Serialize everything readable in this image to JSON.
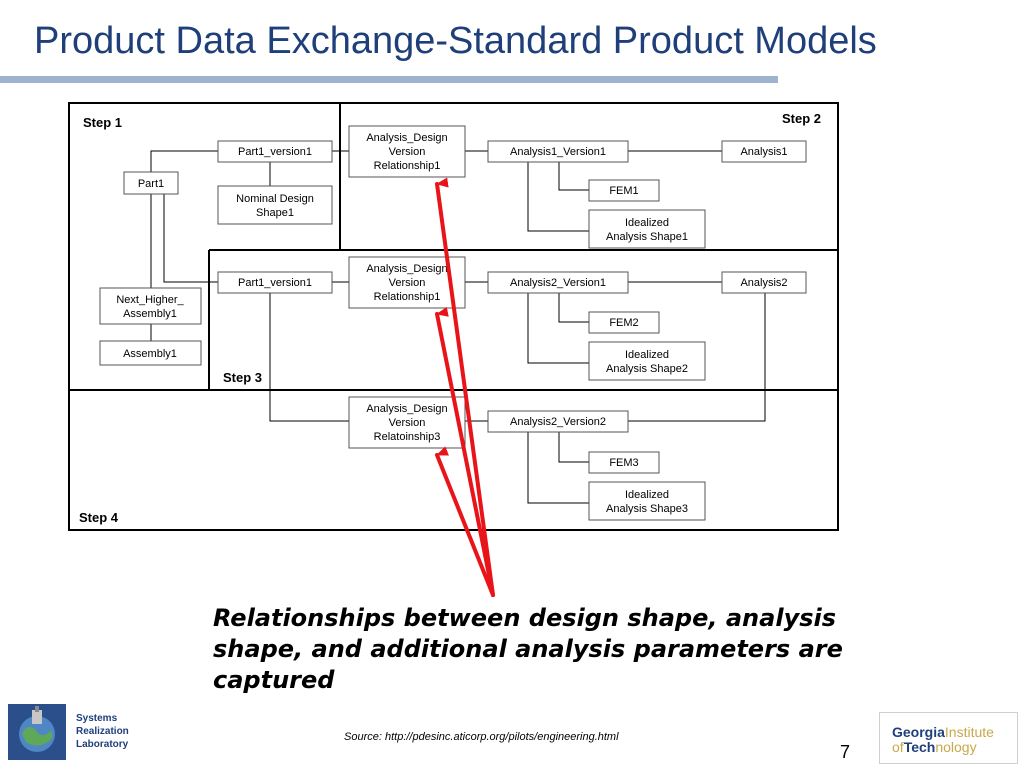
{
  "title": "Product Data Exchange-Standard Product Models",
  "steps": {
    "step1": "Step 1",
    "step2": "Step 2",
    "step3": "Step 3",
    "step4": "Step 4"
  },
  "nodes": {
    "part1": "Part1",
    "part1_version1_top": "Part1_version1",
    "nominal_design_shape1": [
      "Nominal Design",
      "Shape1"
    ],
    "next_higher_assembly1": [
      "Next_Higher_",
      "Assembly1"
    ],
    "assembly1": "Assembly1",
    "analysis_design_version_relationship1_top": [
      "Analysis_Design",
      "Version",
      "Relationship1"
    ],
    "analysis1_version1": "Analysis1_Version1",
    "analysis1": "Analysis1",
    "fem1": "FEM1",
    "idealized_analysis_shape1": [
      "Idealized",
      "Analysis Shape1"
    ],
    "part1_version1_mid": "Part1_version1",
    "analysis_design_version_relationship1_mid": [
      "Analysis_Design",
      "Version",
      "Relationship1"
    ],
    "analysis2_version1": "Analysis2_Version1",
    "analysis2": "Analysis2",
    "fem2": "FEM2",
    "idealized_analysis_shape2": [
      "Idealized",
      "Analysis Shape2"
    ],
    "analysis_design_version_relatoinship3": [
      "Analysis_Design",
      "Version",
      "Relatoinship3"
    ],
    "analysis2_version2": "Analysis2_Version2",
    "fem3": "FEM3",
    "idealized_analysis_shape3": [
      "Idealized",
      "Analysis Shape3"
    ]
  },
  "colors": {
    "title": "#1f3f7a",
    "title_rule": "#9db3ce",
    "arrow": "#e8141a",
    "box_border": "#555555"
  },
  "caption": "Relationships between design shape, analysis shape, and additional analysis parameters are captured",
  "source": "Source: http://pdesinc.aticorp.org/pilots/engineering.html",
  "page_number": "7",
  "footer_left": {
    "lab_name": [
      "Systems",
      "Realization",
      "Laboratory"
    ]
  },
  "footer_right": {
    "logo_text": {
      "line1_a": "Georgia",
      "line1_b": "Institute",
      "line2_a": "of",
      "line2_b": "Tech",
      "line2_c": "nology"
    }
  }
}
